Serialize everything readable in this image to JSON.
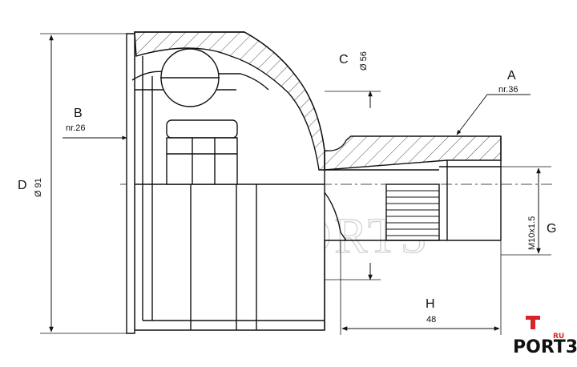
{
  "labels": {
    "A": {
      "letter": "A",
      "value": "nr.36"
    },
    "B": {
      "letter": "B",
      "value": "nr.26"
    },
    "C": {
      "letter": "C",
      "value": "Ø 56"
    },
    "D": {
      "letter": "D",
      "value": "Ø 91"
    },
    "G": {
      "letter": "G",
      "value": "M10x1.5"
    },
    "H": {
      "letter": "H",
      "value": "48"
    }
  },
  "watermark": {
    "brand": "PORT3",
    "suffix": "RU"
  },
  "logo": {
    "brand": "PORT3",
    "suffix": "RU"
  },
  "colors": {
    "line": "#111111",
    "logo_accent": "#d8232a",
    "watermark": "#cfcfcf"
  }
}
